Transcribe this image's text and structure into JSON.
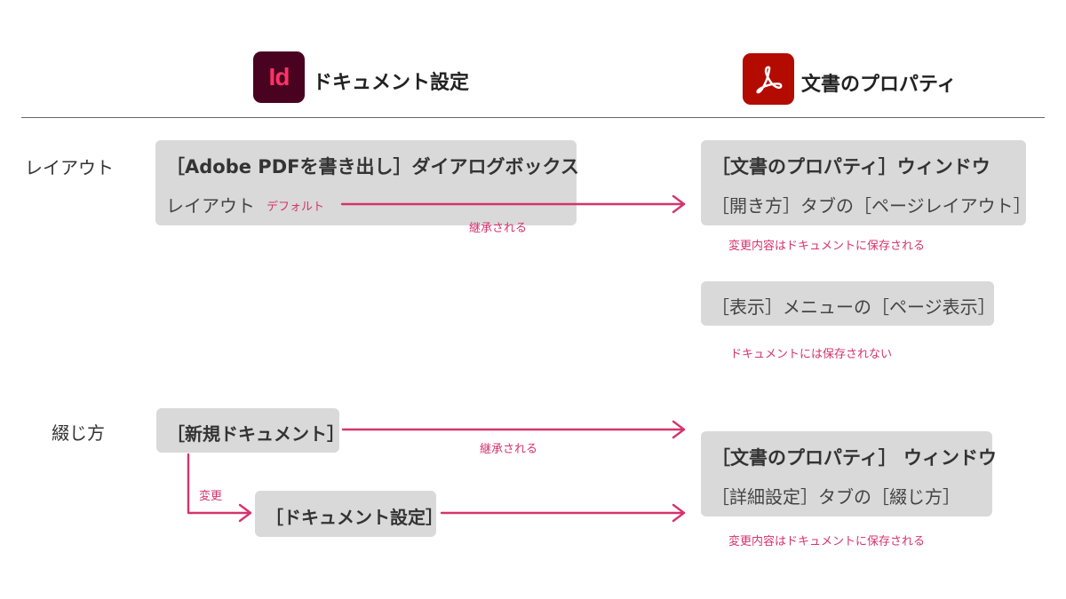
{
  "header": {
    "indesign_title": "ドキュメント設定",
    "indesign_logo_text": "Id",
    "acrobat_title": "文書のプロパティ",
    "indesign_logo_icon": "indesign-logo",
    "acrobat_logo_icon": "acrobat-logo"
  },
  "rows": {
    "layout_label": "レイアウト",
    "binding_label": "綴じ方"
  },
  "boxes": {
    "pdf_export": {
      "title": "［Adobe PDFを書き出し］ダイアログボックス",
      "line2": "レイアウト",
      "line2_note": "デフォルト"
    },
    "doc_props_layout": {
      "title": "［文書のプロパティ］ウィンドウ",
      "line2": "［開き方］タブの［ページレイアウト］"
    },
    "view_menu": {
      "title": "［表示］メニューの［ページ表示］"
    },
    "new_document": {
      "title": "［新規ドキュメント］"
    },
    "document_setup": {
      "title": "［ドキュメント設定］"
    },
    "doc_props_binding": {
      "title": "［文書のプロパティ］ ウィンドウ",
      "line2": "［詳細設定］タブの［綴じ方］"
    }
  },
  "notes": {
    "inherit_1": "継承される",
    "saved_1": "変更内容はドキュメントに保存される",
    "not_saved": "ドキュメントには保存されない",
    "inherit_2": "継承される",
    "change": "変更",
    "saved_2": "変更内容はドキュメントに保存される"
  },
  "colors": {
    "accent": "#d6336c",
    "box_bg": "#d9d9d9",
    "indesign_bg": "#49021f",
    "indesign_text": "#ff3366",
    "acrobat_bg": "#b30b00"
  }
}
